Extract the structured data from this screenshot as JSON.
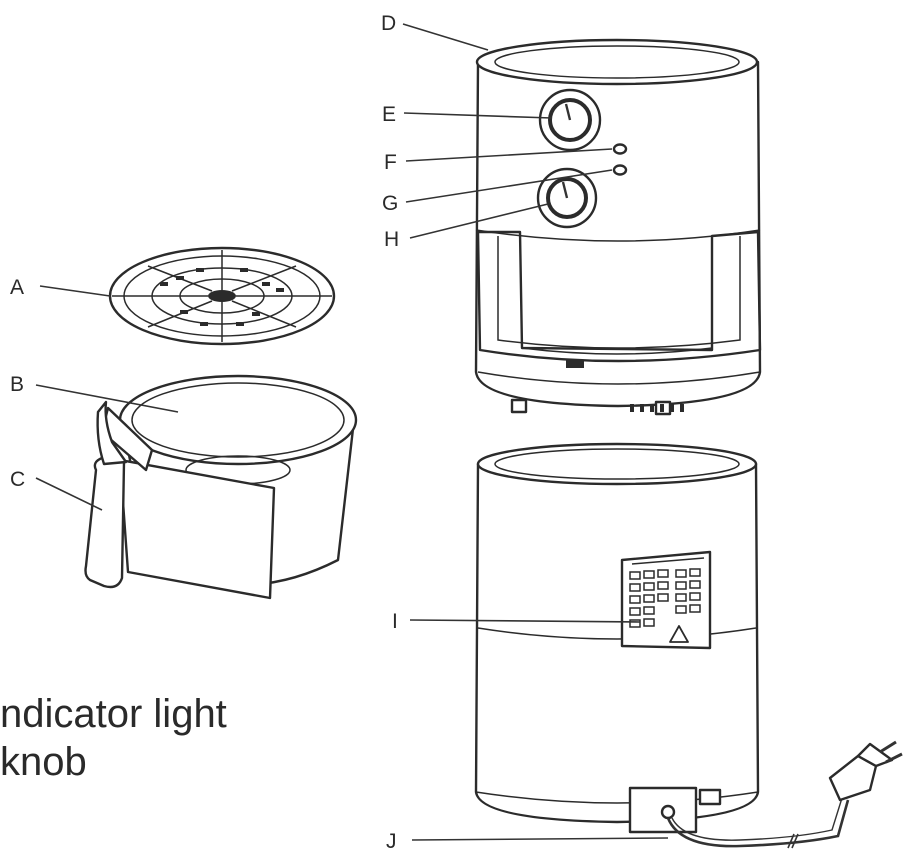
{
  "labels": {
    "a": "A",
    "b": "B",
    "c": "C",
    "d": "D",
    "e": "E",
    "f": "F",
    "g": "G",
    "h": "H",
    "i": "I",
    "j": "J"
  },
  "caption": {
    "line1": "ndicator light",
    "line2": "knob"
  }
}
